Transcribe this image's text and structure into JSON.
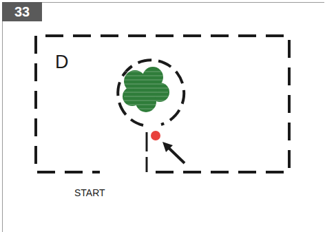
{
  "diagram": {
    "labels": [
      "33",
      "D",
      "START"
    ]
  }
}
